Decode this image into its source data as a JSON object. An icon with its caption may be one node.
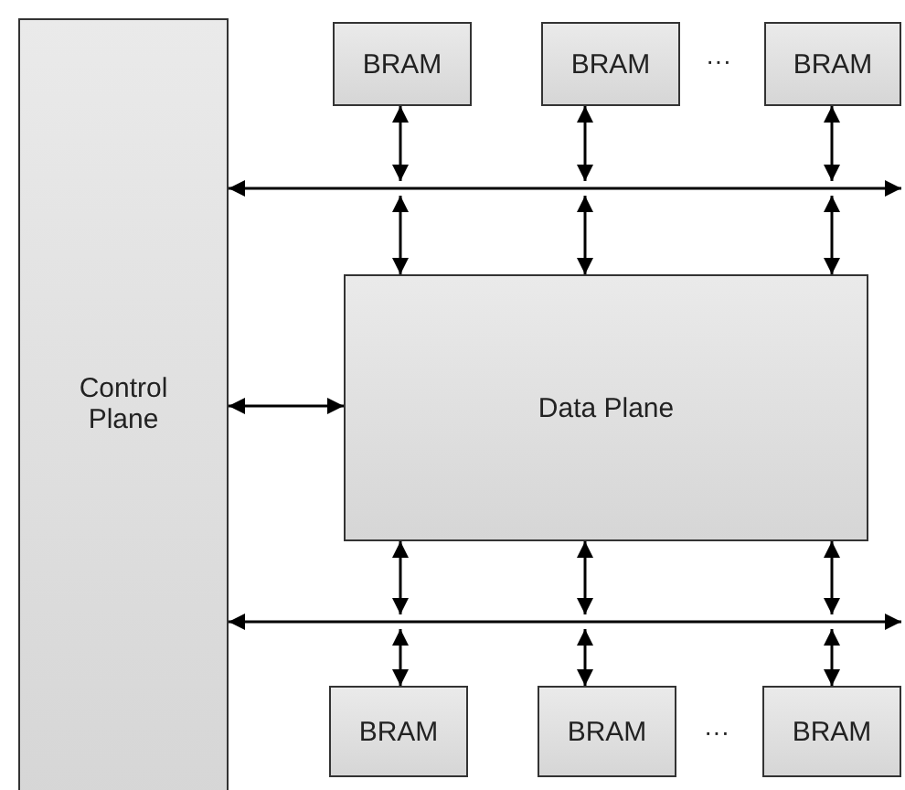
{
  "diagram": {
    "nodes": [
      {
        "text": [
          "Control Plane"
        ]
      },
      {
        "text": [
          "BRAM"
        ]
      },
      {
        "text": [
          "BRAM"
        ]
      },
      {
        "text": [
          "BRAM"
        ]
      },
      {
        "text": [
          "Data Plane"
        ]
      },
      {
        "text": [
          "BRAM"
        ]
      },
      {
        "text": [
          "BRAM"
        ]
      },
      {
        "text": [
          "BRAM"
        ]
      }
    ],
    "edges": [
      {
        "from": 0,
        "to": null,
        "arrow": "both"
      },
      {
        "from": 0,
        "to": null,
        "arrow": "both"
      },
      {
        "from": 0,
        "to": 4,
        "arrow": "both"
      },
      {
        "from": 1,
        "to": null,
        "arrow": "both"
      },
      {
        "from": 2,
        "to": null,
        "arrow": "both"
      },
      {
        "from": 3,
        "to": null,
        "arrow": "both"
      },
      {
        "from": null,
        "to": 4,
        "arrow": "both"
      },
      {
        "from": null,
        "to": 4,
        "arrow": "both"
      },
      {
        "from": null,
        "to": 4,
        "arrow": "both"
      },
      {
        "from": 4,
        "to": null,
        "arrow": "both"
      },
      {
        "from": 4,
        "to": null,
        "arrow": "both"
      },
      {
        "from": 4,
        "to": null,
        "arrow": "both"
      },
      {
        "from": null,
        "to": 5,
        "arrow": "both"
      },
      {
        "from": null,
        "to": 6,
        "arrow": "both"
      },
      {
        "from": null,
        "to": 7,
        "arrow": "both"
      }
    ],
    "labels": [
      "···",
      "···"
    ]
  }
}
